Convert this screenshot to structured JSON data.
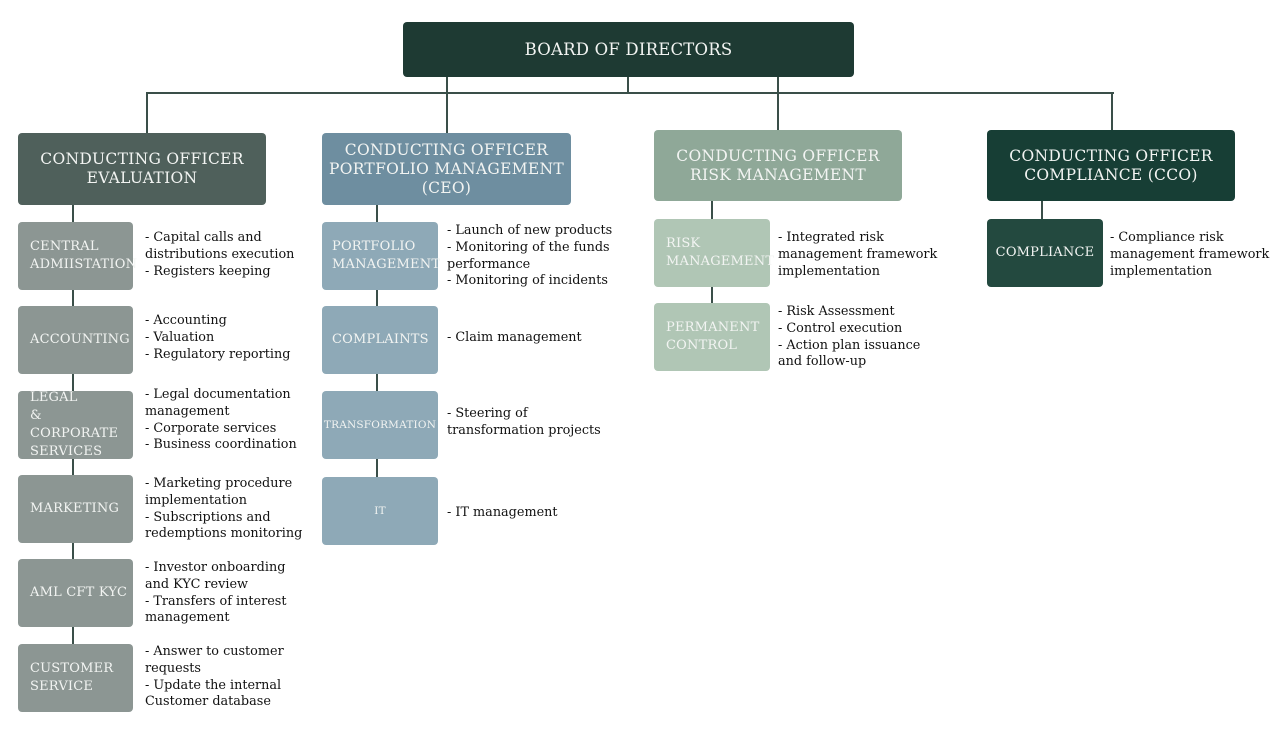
{
  "colors": {
    "board": "#1e3a33",
    "evaluation": "#4f605b",
    "portfolio": "#6e8ea0",
    "risk": "#8fa898",
    "compliance": "#173e35",
    "evaluation_unit": "#8c9693",
    "portfolio_unit": "#8ea9b7",
    "risk_unit": "#b0c6b5",
    "compliance_unit": "#23493f",
    "connector": "#3a4f49"
  },
  "board": {
    "label": "BOARD OF DIRECTORS"
  },
  "officers": [
    {
      "label": "CONDUCTING OFFICER\nEVALUATION",
      "units": [
        {
          "label": "CENTRAL\nADMIISTATION",
          "description": "- Capital calls and\ndistributions execution\n- Registers keeping"
        },
        {
          "label": "ACCOUNTING",
          "description": "- Accounting\n- Valuation\n- Regulatory reporting"
        },
        {
          "label": "LEGAL\n& CORPORATE\nSERVICES",
          "description": "- Legal documentation\nmanagement\n- Corporate services\n- Business coordination"
        },
        {
          "label": "MARKETING",
          "description": "- Marketing procedure\nimplementation\n- Subscriptions and\nredemptions monitoring"
        },
        {
          "label": "AML CFT KYC",
          "description": "- Investor onboarding\nand KYC review\n- Transfers of interest\nmanagement"
        },
        {
          "label": "CUSTOMER\nSERVICE",
          "description": "- Answer to customer\nrequests\n- Update the internal\nCustomer database"
        }
      ]
    },
    {
      "label": "CONDUCTING OFFICER\nPORTFOLIO MANAGEMENT\n(CEO)",
      "units": [
        {
          "label": "PORTFOLIO\nMANAGEMENT",
          "description": "- Launch of new products\n- Monitoring of the funds\nperformance\n- Monitoring of incidents"
        },
        {
          "label": "COMPLAINTS",
          "description": "- Claim management"
        },
        {
          "label": "TRANSFORMATION",
          "description": "- Steering of\ntransformation projects"
        },
        {
          "label": "IT",
          "description": "- IT management"
        }
      ]
    },
    {
      "label": "CONDUCTING OFFICER\nRISK MANAGEMENT",
      "units": [
        {
          "label": "RISK\nMANAGEMENT",
          "description": "- Integrated risk\nmanagement framework\nimplementation"
        },
        {
          "label": "PERMANENT\nCONTROL",
          "description": "- Risk Assessment\n- Control execution\n- Action plan issuance\nand follow-up"
        }
      ]
    },
    {
      "label": "CONDUCTING OFFICER\nCOMPLIANCE (CCO)",
      "units": [
        {
          "label": "COMPLIANCE",
          "description": "- Compliance risk\nmanagement framework\nimplementation"
        }
      ]
    }
  ]
}
